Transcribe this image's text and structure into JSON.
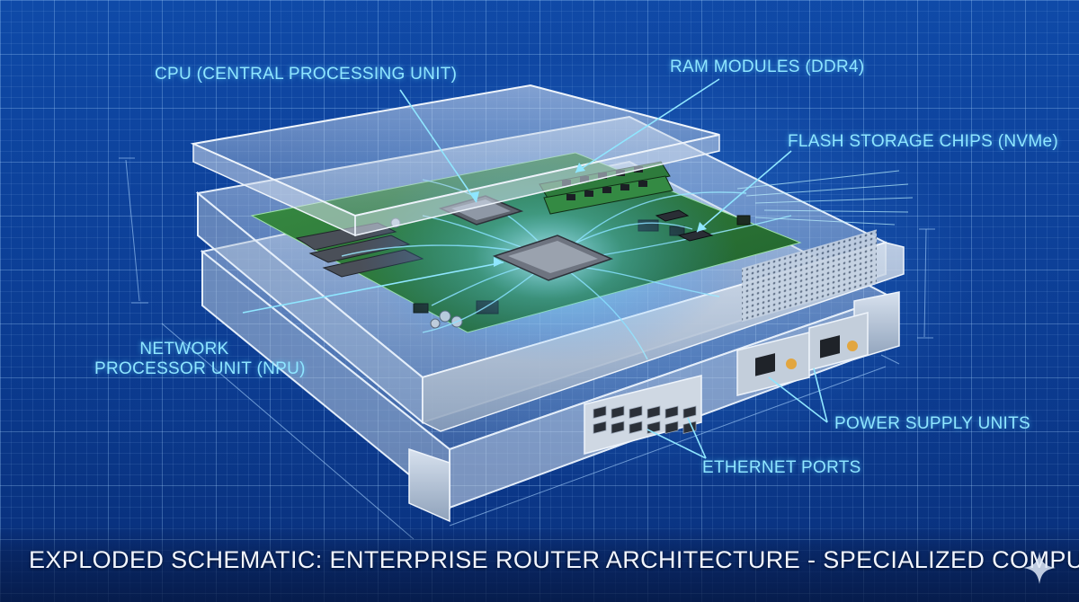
{
  "labels": {
    "cpu": "CPU (CENTRAL PROCESSING UNIT)",
    "ram": "RAM MODULES (DDR4)",
    "flash": "FLASH STORAGE CHIPS (NVMe)",
    "npu_line1": "NETWORK",
    "npu_line2": "PROCESSOR UNIT (NPU)",
    "psu": "POWER SUPPLY UNITS",
    "ethernet": "ETHERNET PORTS"
  },
  "caption": "EXPLODED SCHEMATIC: ENTERPRISE ROUTER ARCHITECTURE - SPECIALIZED COMPUTER FOR NETWORKING.",
  "icons": {
    "sparkle": "sparkle-icon"
  },
  "colors": {
    "background": "#0b3a8a",
    "label": "#8fe6ff",
    "pcb": "#2f7a3a",
    "chassis": "#b8c8dc"
  }
}
